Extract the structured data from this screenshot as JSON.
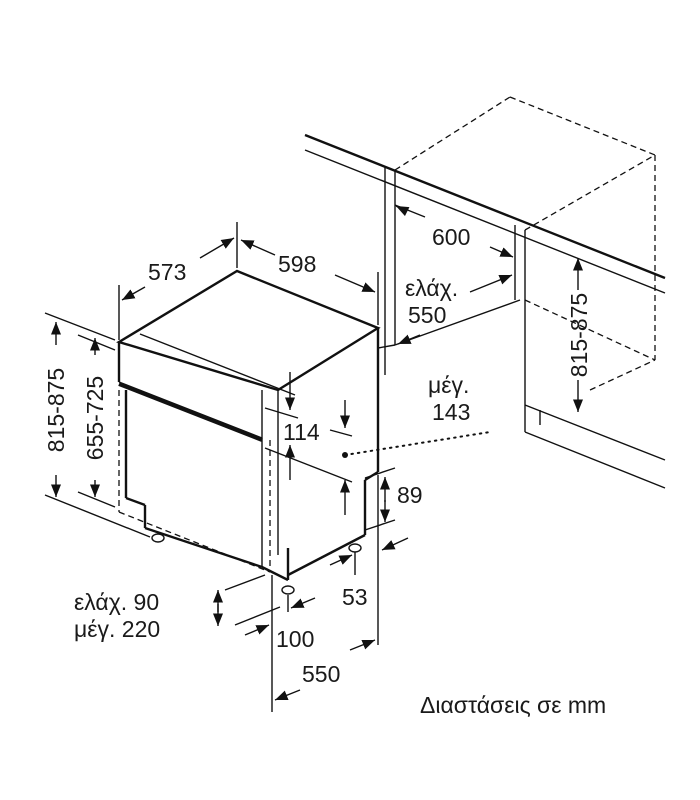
{
  "dimensions": {
    "depth_573": "573",
    "width_598": "598",
    "niche_width": "600",
    "niche_depth_min_label": "ελάχ.",
    "niche_depth_min_value": "550",
    "niche_height": "815-875",
    "height_total": "815-875",
    "height_body": "655-725",
    "panel_114": "114",
    "max_label": "μέγ.",
    "max_value": "143",
    "plinth_89": "89",
    "foot_53": "53",
    "plinth_min": "ελάχ. 90",
    "plinth_max": "μέγ. 220",
    "depth_100": "100",
    "depth_550": "550"
  },
  "caption": "Διαστάσεις σε mm"
}
